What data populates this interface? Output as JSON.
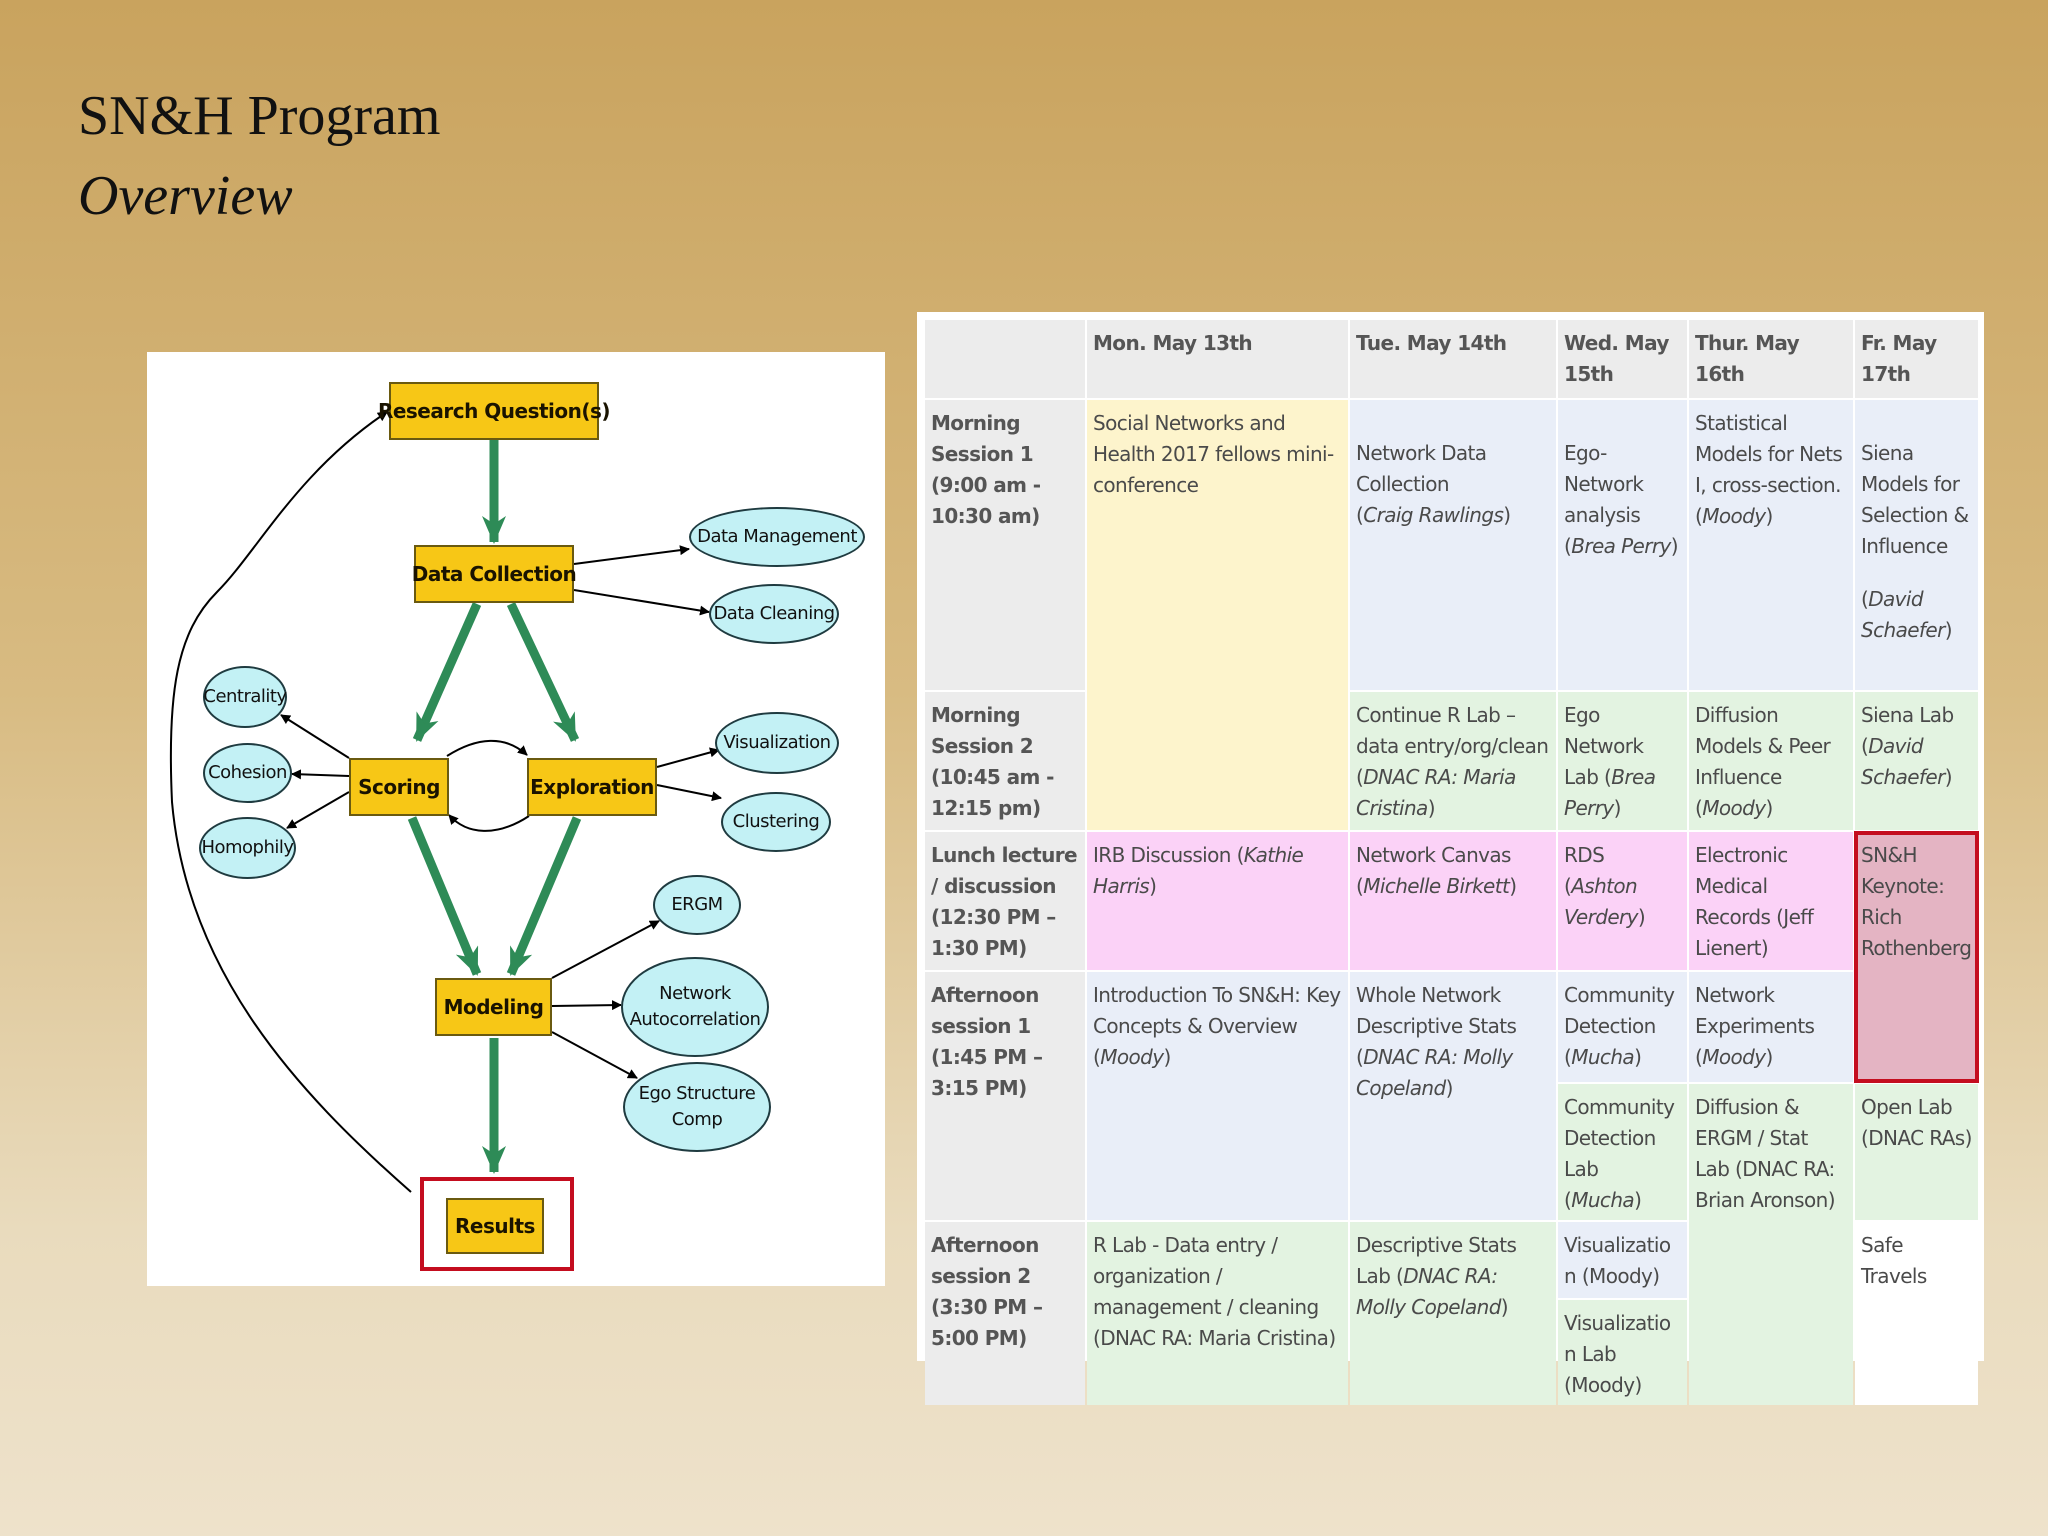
{
  "title": {
    "main": "SN&H Program",
    "sub": "Overview"
  },
  "flowchart": {
    "research": "Research Question(s)",
    "data_collection": "Data Collection",
    "data_management": "Data Management",
    "data_cleaning": "Data Cleaning",
    "scoring": "Scoring",
    "exploration": "Exploration",
    "centrality": "Centrality",
    "cohesion": "Cohesion",
    "homophily": "Homophily",
    "visualization": "Visualization",
    "clustering": "Clustering",
    "modeling": "Modeling",
    "ergm": "ERGM",
    "network_autocorrelation": [
      "Network",
      "Autocorrelation"
    ],
    "ego_structure": [
      "Ego Structure",
      "Comp"
    ],
    "results": "Results",
    "colors": {
      "box": "#f7c716",
      "ellipse": "#c3f1f5",
      "thick_arrow": "#2e8b57",
      "highlight": "#c40d1f"
    }
  },
  "schedule": {
    "headers": [
      "",
      "Mon. May 13th",
      "Tue. May 14th",
      "Wed. May 15th",
      "Thur. May 16th",
      "Fr. May 17th"
    ],
    "rows": {
      "ms1": "Morning Session 1 (9:00 am - 10:30 am)",
      "ms2": "Morning Session 2 (10:45 am - 12:15 pm)",
      "lunch": "Lunch lecture / discussion (12:30 PM – 1:30 PM)",
      "as1": "Afternoon session 1 (1:45 PM – 3:15 PM)",
      "as2": "Afternoon session 2 (3:30 PM – 5:00 PM)"
    },
    "cells": {
      "mon_ms": "Social Networks and Health 2017 fellows mini-conference",
      "tue_ms1": [
        "Network Data",
        "Collection",
        "(",
        "Craig Rawlings",
        ")"
      ],
      "wed_ms1": [
        "Ego-",
        "Network",
        "analysis",
        "(",
        "Brea Perry",
        ")"
      ],
      "thu_ms1": [
        "Statistical Models for Nets I, cross-section. (",
        "Moody",
        ")"
      ],
      "fri_ms1": [
        "Siena",
        "Models for",
        "Selection &",
        "Influence",
        "(",
        "David Schaefer",
        ")"
      ],
      "tue_ms2": [
        "Continue R Lab – data entry/org/clean (",
        "DNAC RA:  Maria Cristina",
        ")"
      ],
      "wed_ms2": [
        "Ego Network Lab (",
        "Brea Perry",
        ")"
      ],
      "thu_ms2": [
        "Diffusion Models & Peer Influence (",
        "Moody",
        ")"
      ],
      "fri_ms2": [
        "Siena Lab (",
        "David Schaefer",
        ")"
      ],
      "mon_lunch": [
        "IRB Discussion (",
        "Kathie Harris",
        ")"
      ],
      "tue_lunch": [
        "Network Canvas (",
        "Michelle Birkett",
        ")"
      ],
      "wed_lunch": [
        "RDS (",
        "Ashton Verdery",
        ")"
      ],
      "thu_lunch": "Electronic Medical Records (Jeff Lienert)",
      "fri_lunch": "SN&H Keynote: Rich Rothenberg",
      "mon_as1": [
        "Introduction To SN&H: Key Concepts & Overview (",
        "Moody",
        ")"
      ],
      "tue_as1": [
        "Whole Network Descriptive Stats (",
        "DNAC RA:  Molly Copeland",
        ")"
      ],
      "wed_as1a": [
        "Community Detection (",
        "Mucha",
        ")"
      ],
      "thu_as1a": [
        "Network Experiments (",
        "Moody",
        ")"
      ],
      "wed_as1b": [
        "Community Detection Lab (",
        "Mucha",
        ")"
      ],
      "thu_as1b": "Diffusion & ERGM / Stat Lab (DNAC RA: Brian Aronson)",
      "fri_as1b": "Open Lab (DNAC RAs)",
      "mon_as2": "R Lab - Data entry / organization / management / cleaning (DNAC RA: Maria Cristina)",
      "tue_as2": [
        "Descriptive Stats Lab (",
        "DNAC RA: Molly Copeland",
        ")"
      ],
      "wed_as2a": "Visualization (Moody)",
      "wed_as2b": "Visualization Lab (Moody)",
      "fri_as2": "Safe Travels"
    },
    "colors": {
      "yellow": "#fdf4cc",
      "blue": "#e9eef8",
      "green": "#e3f3e1",
      "pink": "#fbd2f7",
      "header": "#ececec",
      "highlight": "#c40d1f"
    }
  }
}
